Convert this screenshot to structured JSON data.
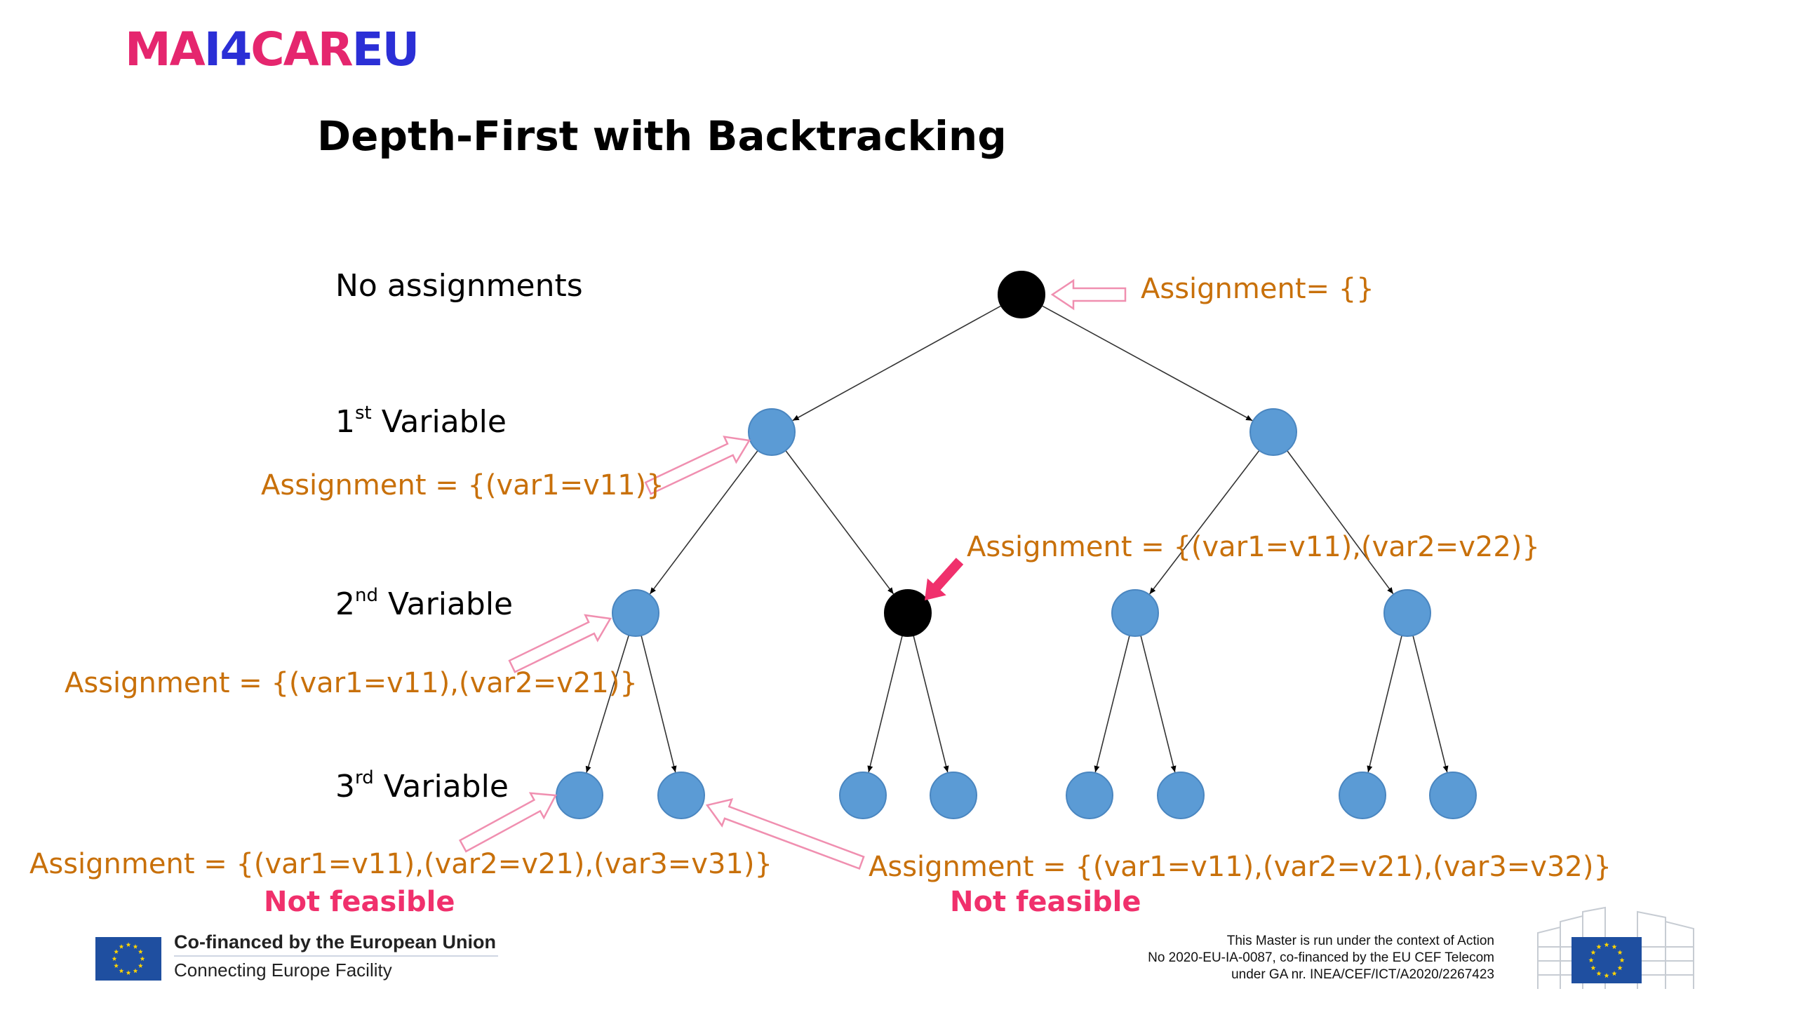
{
  "logo": {
    "part1": "MA",
    "part2": "I4",
    "part3": "CAR",
    "part4": "EU"
  },
  "title": "Depth-First with Backtracking",
  "levels": {
    "l0": "No assignments",
    "l1_num": "1",
    "l1_sup": "st",
    "l1_text": " Variable",
    "l2_num": "2",
    "l2_sup": "nd",
    "l2_text": " Variable",
    "l3_num": "3",
    "l3_sup": "rd",
    "l3_text": " Variable"
  },
  "assignments": {
    "root": "Assignment= {}",
    "var1": "Assignment = {(var1=v11)}",
    "var2_backtrack": "Assignment = {(var1=v11),(var2=v22)}",
    "var2": "Assignment = {(var1=v11),(var2=v21)}",
    "var3_a": "Assignment = {(var1=v11),(var2=v21),(var3=v31)}",
    "var3_b": "Assignment = {(var1=v11),(var2=v21),(var3=v32)}"
  },
  "status": {
    "not_feasible_1": "Not feasible",
    "not_feasible_2": "Not feasible"
  },
  "footer": {
    "cofinanced": "Co-financed by the European Union",
    "facility": "Connecting Europe Facility",
    "master_line1": "This Master is run under the context of Action",
    "master_line2": "No 2020-EU-IA-0087, co-financed by the EU CEF Telecom",
    "master_line3": "under GA nr. INEA/CEF/ICT/A2020/2267423"
  },
  "colors": {
    "node_blue": "#5b9bd5",
    "node_black": "#000000",
    "assignment_text": "#c8700a",
    "not_feasible": "#f0306c",
    "hollow_arrow": "#f08fb0",
    "filled_arrow": "#f0306c",
    "eu_blue": "#1f4fa0",
    "eu_star": "#ffd400"
  },
  "icons": [
    "eu-flag-icon",
    "ec-building-icon"
  ]
}
